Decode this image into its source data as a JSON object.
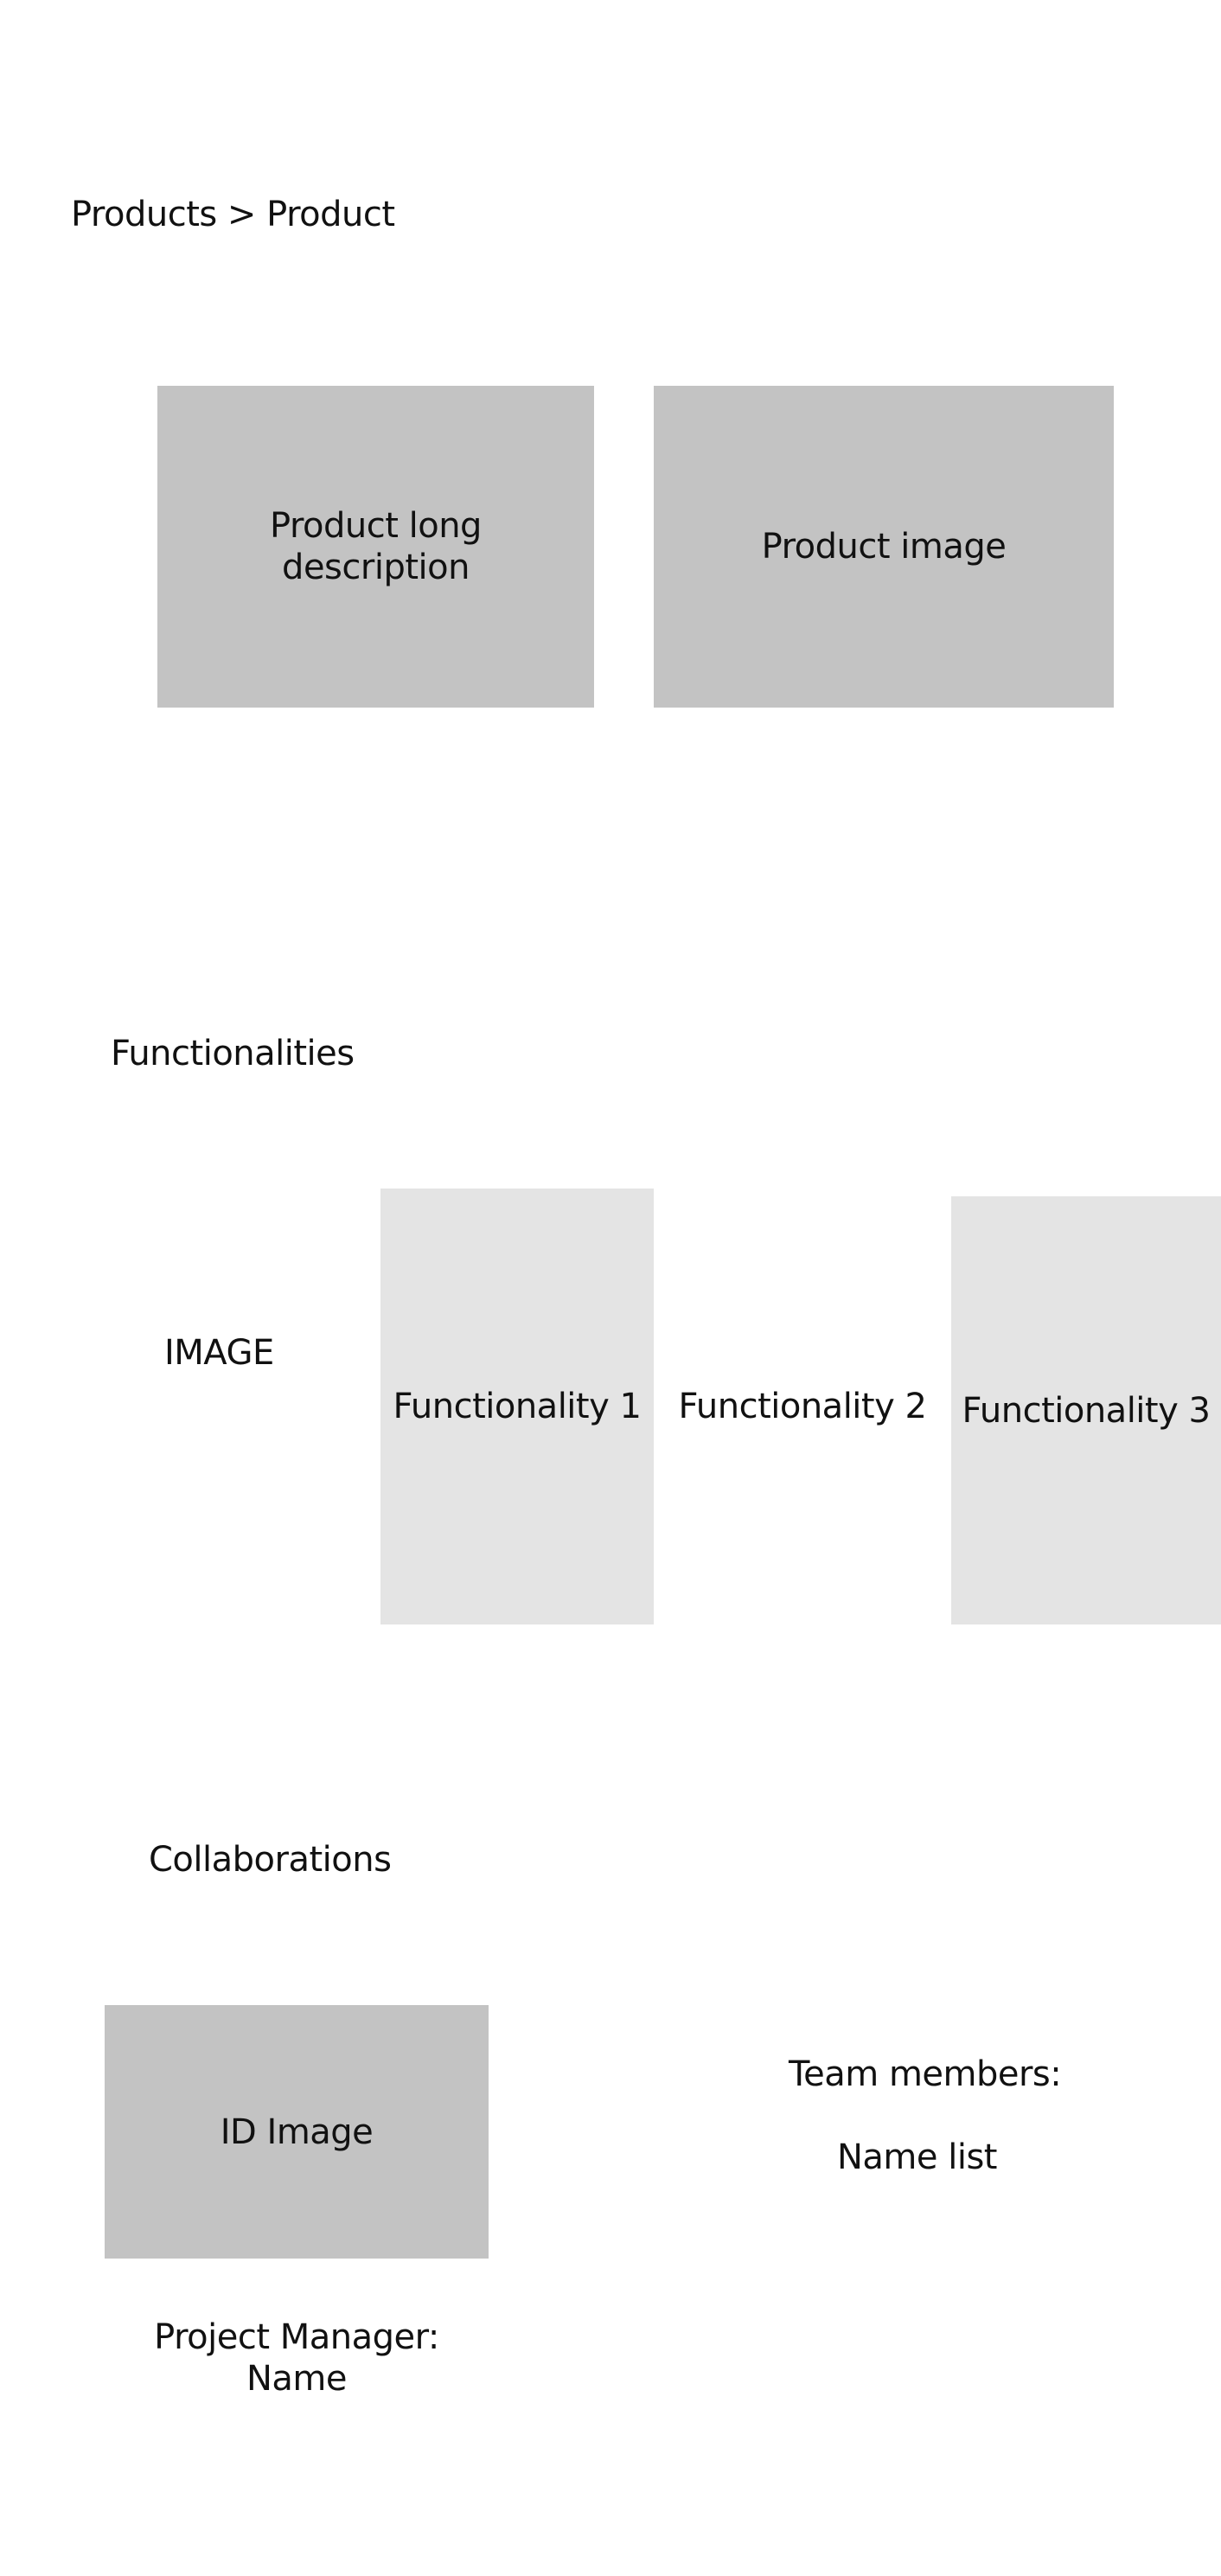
{
  "breadcrumb": {
    "text": "Products > Product"
  },
  "product": {
    "description": "Product long description",
    "image": "Product image"
  },
  "functionalities": {
    "title": "Functionalities",
    "image_label": "IMAGE",
    "items": [
      {
        "label": "Functionality 1"
      },
      {
        "label": "Functionality 2"
      },
      {
        "label": "Functionality 3"
      }
    ]
  },
  "collaborations": {
    "title": "Collaborations",
    "id_image": "ID Image",
    "team_members_label": "Team members:",
    "name_list": "Name list",
    "project_manager_label": "Project Manager:",
    "project_manager_name": "Name"
  },
  "colors": {
    "panel_gray": "#c3c3c3",
    "panel_light": "#e4e4e4",
    "text": "#111111",
    "background": "#ffffff"
  }
}
